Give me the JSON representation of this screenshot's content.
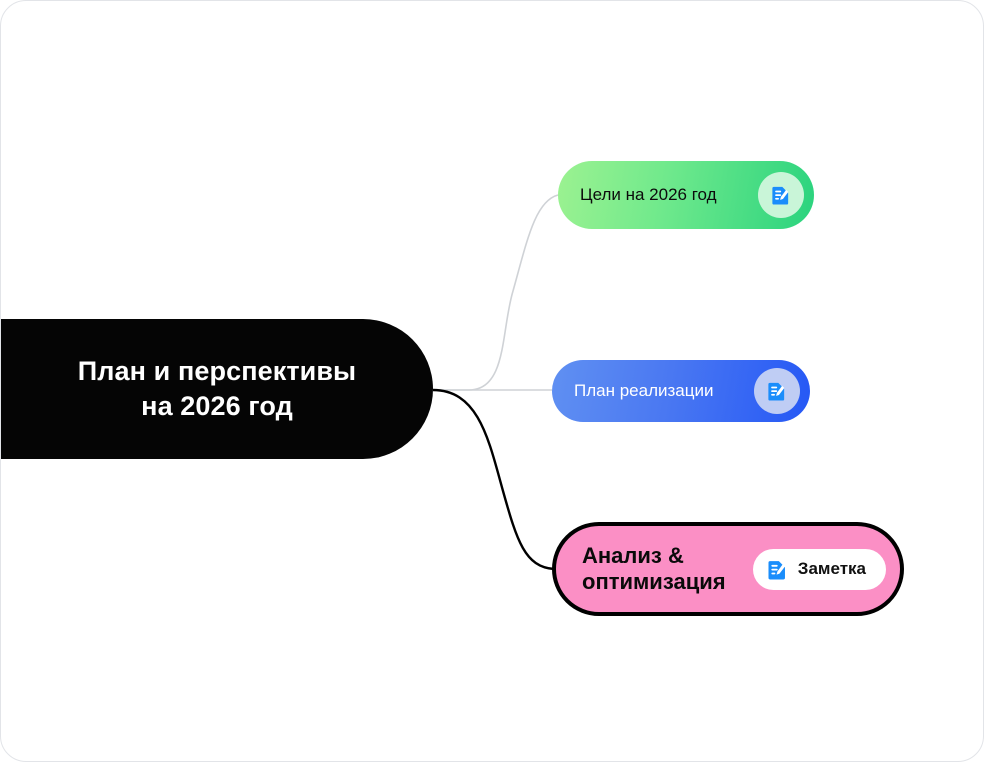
{
  "canvas": {
    "background_color": "#ffffff",
    "border_color": "#e2e4e8"
  },
  "mindmap": {
    "root": {
      "label": "План и перспективы\nна 2026 год",
      "background_color": "#050505",
      "text_color": "#ffffff"
    },
    "branches": [
      {
        "id": "goals",
        "label": "Цели на 2026 год",
        "text_color": "#0c0c0c",
        "gradient_from": "#9cf291",
        "gradient_to": "#2ad37e",
        "connector_color": "#cfd2d6",
        "selected": false,
        "badge": {
          "type": "circle",
          "icon": "note-document-icon",
          "icon_color": "#1a8dfb",
          "background_color": "#c9f5d8"
        }
      },
      {
        "id": "plan",
        "label": "План реализации",
        "text_color": "#ffffff",
        "gradient_from": "#6090f2",
        "gradient_to": "#2558f5",
        "connector_color": "#cfd2d6",
        "selected": false,
        "badge": {
          "type": "circle",
          "icon": "note-document-icon",
          "icon_color": "#1a8dfb",
          "background_color": "#bfcdf4"
        }
      },
      {
        "id": "analysis",
        "label": "Анализ &\nоптимизация",
        "text_color": "#0a0a0a",
        "gradient_from": "#fb8fc5",
        "gradient_to": "#fb8fc5",
        "connector_color": "#000000",
        "selected": true,
        "selection_border_color": "#000000",
        "badge": {
          "type": "pill",
          "label": "Заметка",
          "icon": "note-document-icon",
          "icon_color": "#1a8dfb",
          "background_color": "#ffffff",
          "text_color": "#111111"
        }
      }
    ]
  }
}
